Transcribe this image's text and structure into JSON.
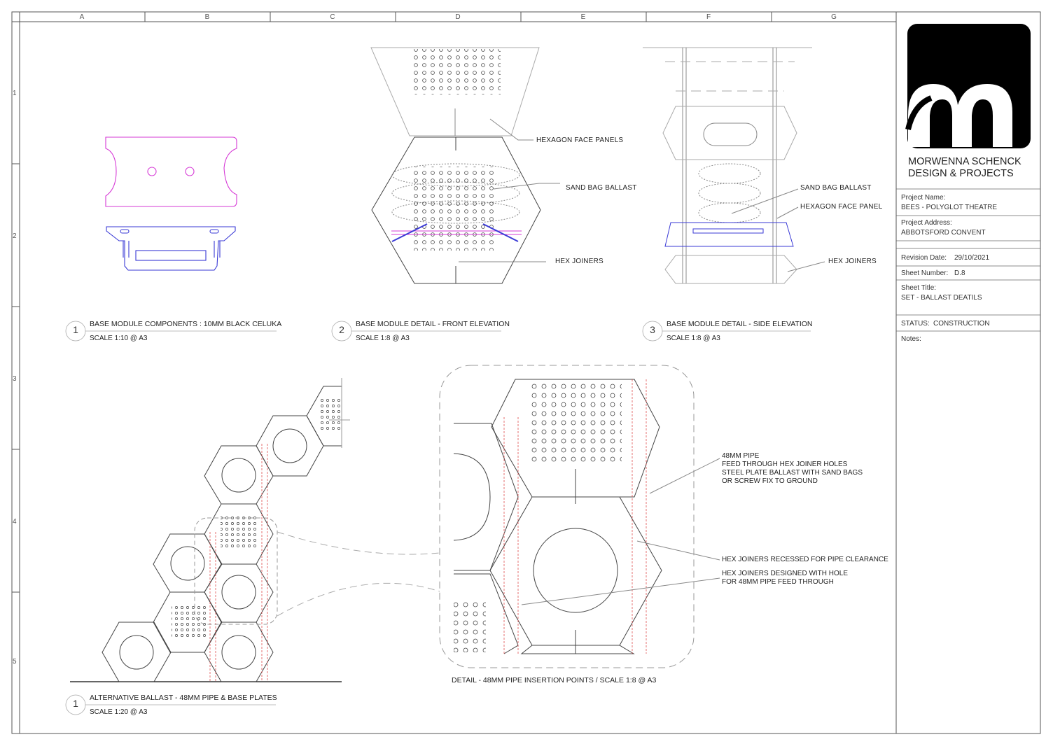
{
  "grid": {
    "columns": [
      "A",
      "B",
      "C",
      "D",
      "E",
      "F",
      "G"
    ],
    "rows": [
      "1",
      "2",
      "3",
      "4",
      "5"
    ]
  },
  "views": [
    {
      "number": "1",
      "title": "BASE MODULE COMPONENTS : 10MM BLACK CELUKA",
      "scale": "SCALE 1:10 @ A3"
    },
    {
      "number": "2",
      "title": "BASE MODULE DETAIL - FRONT ELEVATION",
      "scale": "SCALE 1:8 @ A3"
    },
    {
      "number": "3",
      "title": "BASE MODULE DETAIL - SIDE ELEVATION",
      "scale": "SCALE 1:8 @ A3"
    },
    {
      "number": "1",
      "title": "ALTERNATIVE BALLAST - 48MM PIPE & BASE PLATES",
      "scale": "SCALE 1:20 @ A3"
    }
  ],
  "detail_caption": "DETAIL - 48MM PIPE INSERTION POINTS / SCALE 1:8 @ A3",
  "front_callouts": [
    "HEXAGON FACE PANELS",
    "SAND BAG BALLAST",
    "HEX JOINERS"
  ],
  "side_callouts": [
    "SAND BAG BALLAST",
    "HEXAGON FACE PANEL",
    "HEX JOINERS"
  ],
  "detail_callouts": {
    "pipe": [
      "48MM PIPE",
      "FEED THROUGH HEX JOINER HOLES",
      "STEEL PLATE BALLAST WITH SAND BAGS",
      "OR SCREW FIX TO GROUND"
    ],
    "recessed": "HEX JOINERS RECESSED FOR PIPE CLEARANCE",
    "hole": [
      "HEX JOINERS DESIGNED WITH HOLE",
      "FOR 48MM PIPE FEED THROUGH"
    ]
  },
  "title_block": {
    "company_line1": "MORWENNA SCHENCK",
    "company_line2": "DESIGN & PROJECTS",
    "project_name_label": "Project Name:",
    "project_name": "BEES - POLYGLOT THEATRE",
    "project_address_label": "Project Address:",
    "project_address": "ABBOTSFORD CONVENT",
    "revision_label": "Revision Date:",
    "revision_date": "29/10/2021",
    "sheet_number_label": "Sheet Number:",
    "sheet_number": "D.8",
    "sheet_title_label": "Sheet Title:",
    "sheet_title": "SET - BALLAST DEATILS",
    "status_label": "STATUS:",
    "status": "CONSTRUCTION",
    "notes_label": "Notes:"
  },
  "colors": {
    "line": "#444444",
    "magenta": "#d63ad6",
    "blue": "#3a3ad6",
    "red_dash": "#e05050",
    "logo_bg": "#000000"
  }
}
